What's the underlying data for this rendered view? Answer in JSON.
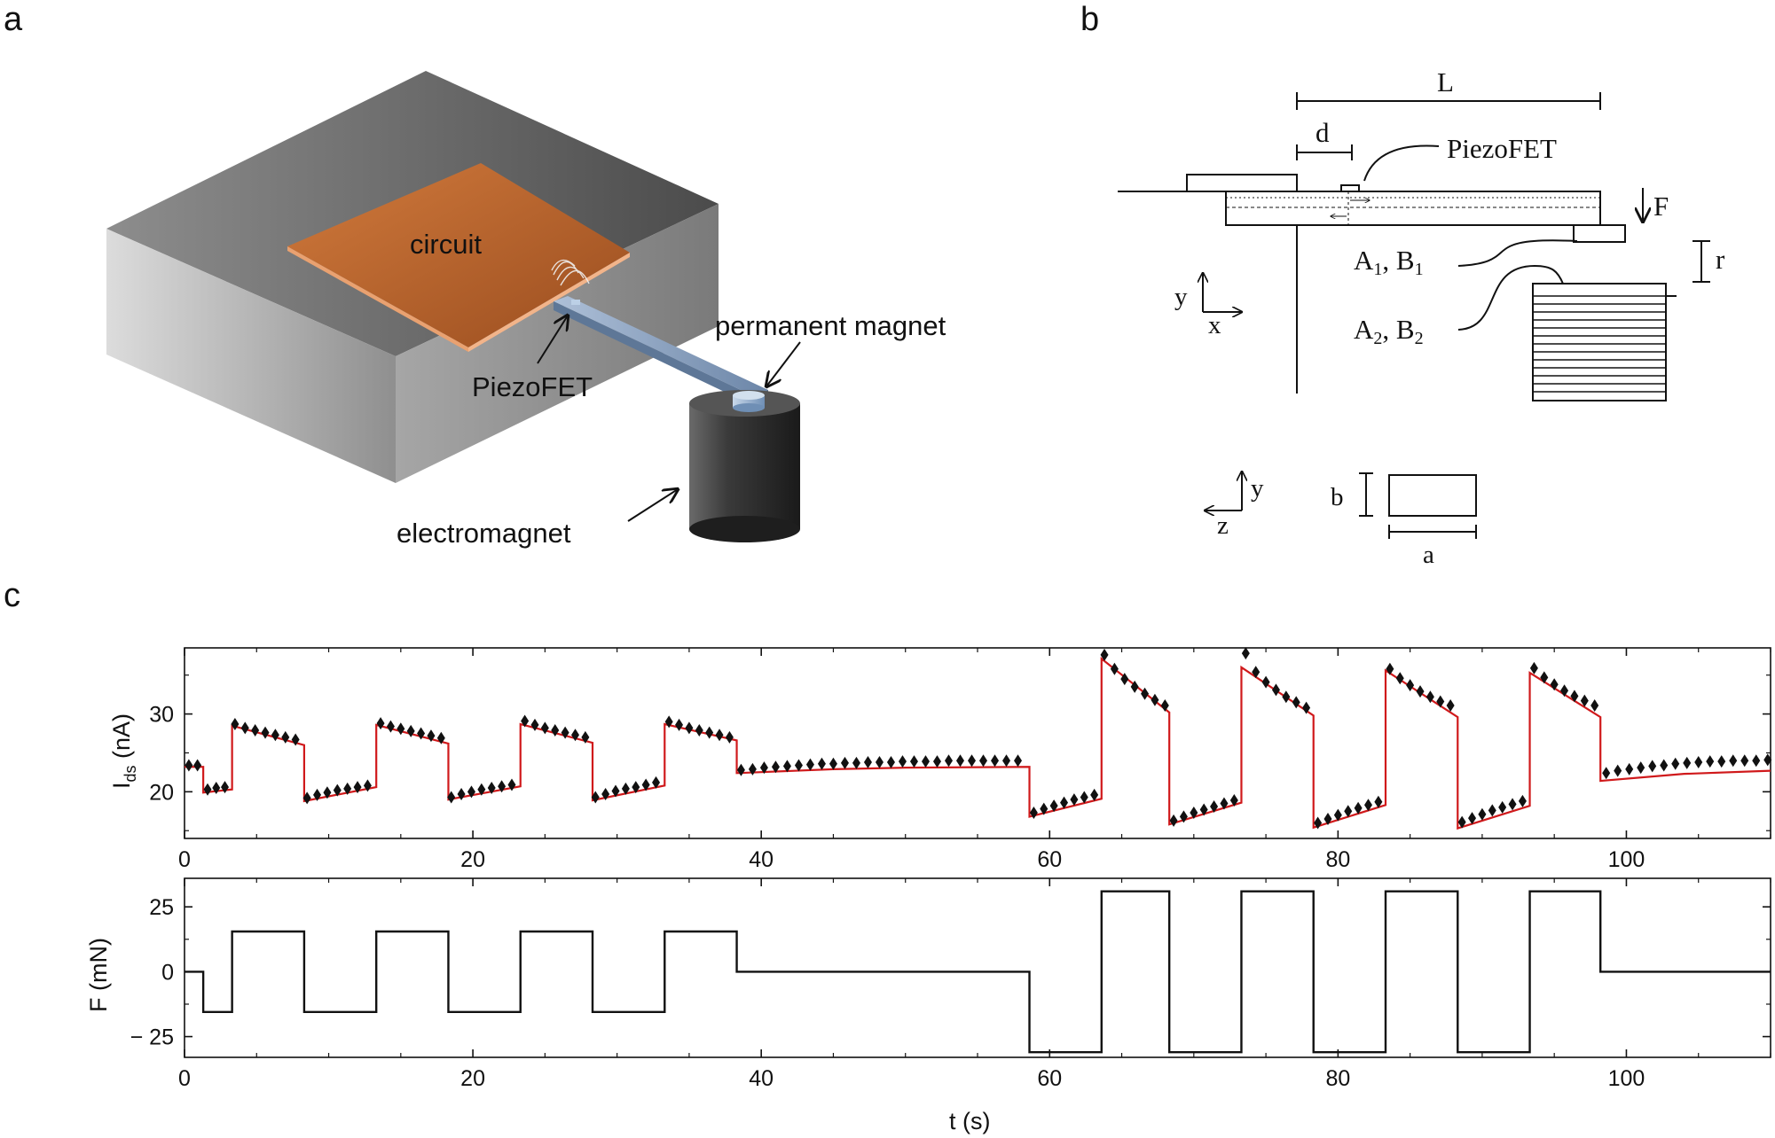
{
  "panels": {
    "a": "a",
    "b": "b",
    "c": "c"
  },
  "panel_a": {
    "circuit": "circuit",
    "piezofet": "PiezoFET",
    "permanent_magnet": "permanent magnet",
    "electromagnet": "electromagnet"
  },
  "panel_b": {
    "L": "L",
    "d": "d",
    "piezofet": "PiezoFET",
    "F": "F",
    "A1_main": "A",
    "A1_sub": "1",
    "A1_sep": ", B",
    "B1_sub": "1",
    "A2_main": "A",
    "A2_sub": "2",
    "A2_sep": ", B",
    "B2_sub": "2",
    "r": "r",
    "y1": "y",
    "x1": "x",
    "y2": "y",
    "z2": "z",
    "b": "b",
    "a": "a"
  },
  "colors": {
    "model_line": "#d0191b",
    "markers": "#111111",
    "force_line": "#111111"
  },
  "chart_data": [
    {
      "type": "line",
      "title": "",
      "ylabel_main": "I",
      "ylabel_sub": "ds",
      "ylabel_unit": " (nA)",
      "xlabel": "",
      "xlim": [
        0,
        110
      ],
      "ylim": [
        14,
        38.5
      ],
      "xticks": [
        0,
        20,
        40,
        60,
        80,
        100
      ],
      "yticks": [
        20,
        30
      ],
      "series": [
        {
          "style": "line",
          "x": [
            0,
            1.3,
            1.3,
            3.3,
            3.3,
            8.3,
            8.3,
            13.3,
            13.3,
            18.3,
            18.3,
            23.3,
            23.3,
            28.3,
            28.3,
            33.3,
            33.3,
            38.3,
            38.3,
            45,
            50,
            58.6,
            58.6,
            63.6,
            63.6,
            68.3,
            68.3,
            73.3,
            73.3,
            78.3,
            78.3,
            83.3,
            83.3,
            88.3,
            88.3,
            93.3,
            93.3,
            98.2,
            98.2,
            104,
            110
          ],
          "y": [
            23.2,
            23.2,
            19.9,
            20.3,
            28.5,
            26.0,
            18.8,
            20.6,
            28.6,
            26.2,
            19.0,
            20.7,
            28.7,
            26.3,
            18.9,
            20.8,
            28.7,
            26.6,
            22.4,
            22.9,
            23.1,
            23.2,
            16.8,
            19.1,
            37.1,
            30.2,
            15.8,
            18.6,
            36.0,
            29.8,
            15.4,
            18.3,
            35.6,
            29.6,
            15.3,
            18.2,
            35.3,
            29.6,
            21.4,
            22.3,
            22.7
          ]
        },
        {
          "style": "markers",
          "x": [
            0.3,
            0.9,
            1.6,
            2.2,
            2.8,
            3.5,
            4.2,
            4.9,
            5.6,
            6.3,
            7.0,
            7.7,
            8.5,
            9.2,
            9.9,
            10.6,
            11.3,
            12.0,
            12.7,
            13.6,
            14.3,
            15.0,
            15.7,
            16.4,
            17.1,
            17.8,
            18.5,
            19.2,
            19.9,
            20.6,
            21.3,
            22.0,
            22.7,
            23.6,
            24.3,
            25.0,
            25.7,
            26.4,
            27.1,
            27.8,
            28.5,
            29.2,
            29.9,
            30.6,
            31.3,
            32.0,
            32.7,
            33.6,
            34.3,
            35.0,
            35.7,
            36.4,
            37.1,
            37.8,
            38.6,
            39.4,
            40.2,
            41.0,
            41.8,
            42.6,
            43.4,
            44.2,
            45.0,
            45.8,
            46.6,
            47.4,
            48.2,
            49.0,
            49.8,
            50.6,
            51.4,
            52.2,
            53.0,
            53.8,
            54.6,
            55.4,
            56.2,
            57.0,
            57.8,
            58.9,
            59.6,
            60.3,
            61.0,
            61.7,
            62.4,
            63.1,
            63.8,
            64.5,
            65.2,
            65.9,
            66.6,
            67.3,
            68.0,
            68.6,
            69.3,
            70.0,
            70.7,
            71.4,
            72.1,
            72.8,
            73.6,
            74.3,
            75.0,
            75.7,
            76.4,
            77.1,
            77.8,
            78.6,
            79.3,
            80.0,
            80.7,
            81.4,
            82.1,
            82.8,
            83.6,
            84.3,
            85.0,
            85.7,
            86.4,
            87.1,
            87.8,
            88.6,
            89.3,
            90.0,
            90.7,
            91.4,
            92.1,
            92.8,
            93.6,
            94.3,
            95.0,
            95.7,
            96.4,
            97.1,
            97.8,
            98.6,
            99.4,
            100.2,
            101.0,
            101.8,
            102.6,
            103.4,
            104.2,
            105.0,
            105.8,
            106.6,
            107.4,
            108.2,
            109.0,
            109.8
          ],
          "y": [
            23.4,
            23.4,
            20.3,
            20.5,
            20.6,
            28.7,
            28.2,
            27.9,
            27.6,
            27.3,
            27.0,
            26.7,
            19.2,
            19.6,
            19.9,
            20.2,
            20.4,
            20.6,
            20.8,
            28.8,
            28.4,
            28.1,
            27.8,
            27.5,
            27.2,
            26.9,
            19.3,
            19.7,
            20.0,
            20.3,
            20.5,
            20.7,
            20.9,
            29.1,
            28.6,
            28.2,
            27.9,
            27.6,
            27.3,
            27.0,
            19.3,
            19.7,
            20.1,
            20.4,
            20.6,
            20.9,
            21.2,
            29.0,
            28.6,
            28.2,
            27.9,
            27.6,
            27.3,
            27.0,
            22.8,
            22.9,
            23.1,
            23.2,
            23.3,
            23.4,
            23.5,
            23.6,
            23.6,
            23.7,
            23.7,
            23.8,
            23.8,
            23.8,
            23.9,
            23.9,
            23.9,
            23.9,
            24.0,
            24.0,
            24.0,
            24.0,
            24.0,
            24.0,
            24.0,
            17.3,
            17.8,
            18.2,
            18.6,
            19.0,
            19.3,
            19.6,
            37.6,
            35.8,
            34.5,
            33.5,
            32.6,
            31.8,
            31.1,
            16.3,
            16.8,
            17.3,
            17.7,
            18.1,
            18.5,
            18.9,
            37.8,
            35.4,
            34.1,
            33.1,
            32.2,
            31.5,
            30.8,
            16.0,
            16.5,
            17.0,
            17.5,
            17.9,
            18.3,
            18.7,
            35.8,
            34.6,
            33.7,
            32.9,
            32.2,
            31.6,
            31.1,
            16.1,
            16.6,
            17.1,
            17.6,
            18.0,
            18.4,
            18.8,
            35.9,
            34.7,
            33.8,
            33.0,
            32.3,
            31.7,
            31.1,
            22.4,
            22.7,
            22.9,
            23.1,
            23.3,
            23.4,
            23.6,
            23.7,
            23.8,
            23.9,
            23.9,
            24.0,
            24.0,
            24.0,
            24.1
          ]
        }
      ]
    },
    {
      "type": "line",
      "title": "",
      "ylabel": "F (mN)",
      "xlabel": "t (s)",
      "xlim": [
        0,
        110
      ],
      "ylim": [
        -33,
        36
      ],
      "xticks": [
        0,
        20,
        40,
        60,
        80,
        100
      ],
      "yticks": [
        -25,
        0,
        25
      ],
      "ytick_labels": [
        "− 25",
        "0",
        "25"
      ],
      "series": [
        {
          "x": [
            0,
            1.3,
            1.3,
            3.3,
            3.3,
            8.3,
            8.3,
            13.3,
            13.3,
            18.3,
            18.3,
            23.3,
            23.3,
            28.3,
            28.3,
            33.3,
            33.3,
            38.3,
            38.3,
            58.6,
            58.6,
            63.6,
            63.6,
            68.3,
            68.3,
            73.3,
            73.3,
            78.3,
            78.3,
            83.3,
            83.3,
            88.3,
            88.3,
            93.3,
            93.3,
            98.2,
            98.2,
            110
          ],
          "y": [
            0,
            0,
            -15.5,
            -15.5,
            15.5,
            15.5,
            -15.5,
            -15.5,
            15.5,
            15.5,
            -15.5,
            -15.5,
            15.5,
            15.5,
            -15.5,
            -15.5,
            15.5,
            15.5,
            0,
            0,
            -31,
            -31,
            31,
            31,
            -31,
            -31,
            31,
            31,
            -31,
            -31,
            31,
            31,
            -31,
            -31,
            31,
            31,
            0,
            0
          ]
        }
      ]
    }
  ]
}
